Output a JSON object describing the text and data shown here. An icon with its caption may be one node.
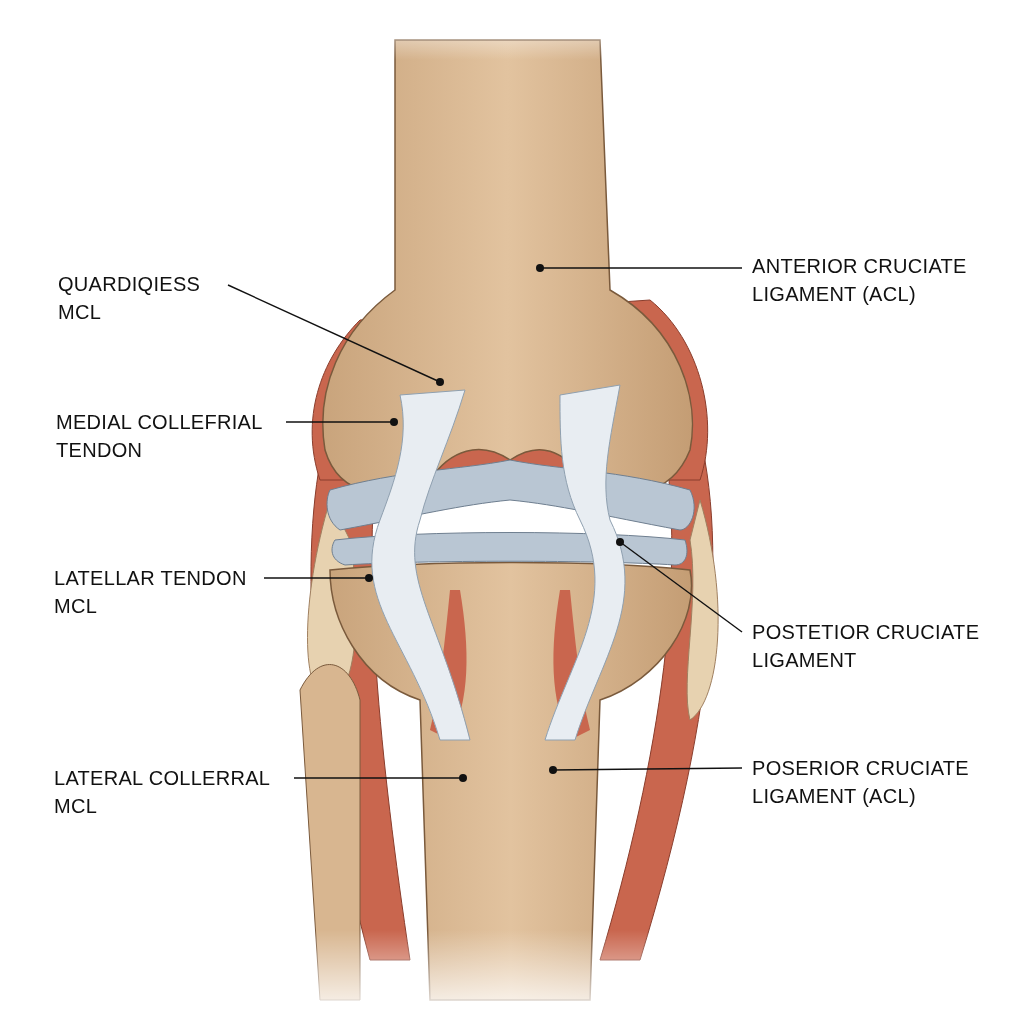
{
  "diagram": {
    "nodes": [
      {
        "text": [
          "ANTERIOR CRUCIATE LIGAMENT (ACL)"
        ]
      },
      {
        "text": [
          "QUARDIQIESS MCL"
        ]
      },
      {
        "text": [
          "MEDIAL COLLEFRIAL TENDON"
        ]
      },
      {
        "text": [
          "LATELLAR TENDON MCL"
        ]
      },
      {
        "text": [
          "POSTETIOR CRUCIATE LIGAMENT"
        ]
      },
      {
        "text": [
          "POSERIOR CRUCIATE LIGAMENT (ACL)"
        ]
      },
      {
        "text": [
          "LATERAL COLLERRAL MCL"
        ]
      }
    ],
    "edges": [
      {
        "from": 0,
        "to": null,
        "arrow": "other"
      },
      {
        "from": 1,
        "to": null,
        "arrow": "other"
      },
      {
        "from": 2,
        "to": null,
        "arrow": "other"
      },
      {
        "from": 3,
        "to": null,
        "arrow": "other"
      },
      {
        "from": 4,
        "to": null,
        "arrow": "other"
      },
      {
        "from": 5,
        "to": null,
        "arrow": "other"
      },
      {
        "from": 6,
        "to": null,
        "arrow": "other"
      }
    ]
  }
}
